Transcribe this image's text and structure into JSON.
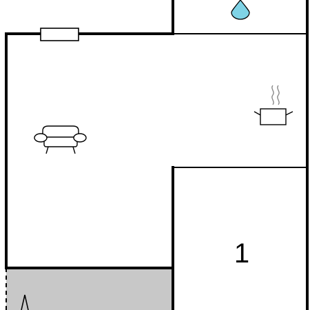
{
  "floorplan": {
    "rooms": [
      {
        "id": "living-room",
        "icon": "sofa-icon"
      },
      {
        "id": "kitchen",
        "icon": "cooking-pot-icon"
      },
      {
        "id": "bathroom",
        "icon": "water-drop-icon"
      },
      {
        "id": "bedroom",
        "label": "1"
      },
      {
        "id": "terrace",
        "icon": "arrow-up-icon"
      }
    ],
    "window": {
      "icon": "window-icon"
    },
    "colors": {
      "wall": "#000000",
      "terrace_fill": "#c8c8c8",
      "water": "#7fd3e6",
      "background": "#ffffff"
    }
  }
}
